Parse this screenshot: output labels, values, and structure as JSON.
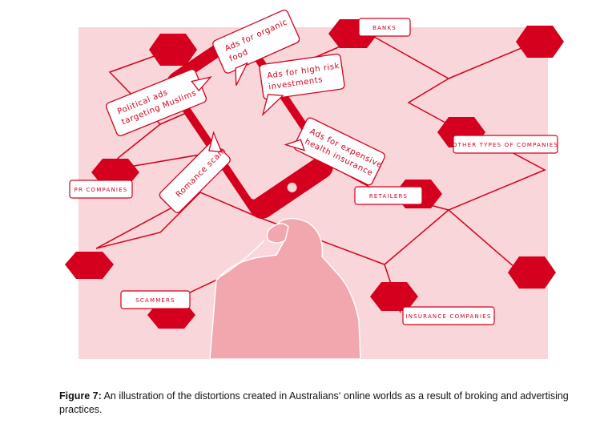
{
  "diagram": {
    "labels": {
      "banks": "BANKS",
      "other": "OTHER TYPES OF COMPANIES",
      "pr": "PR COMPANIES",
      "retailers": "RETAILERS",
      "scammers": "SCAMMERS",
      "insurance": "INSURANCE COMPANIES"
    },
    "bubbles": {
      "organic": [
        "Ads for organic",
        "food"
      ],
      "highrisk": [
        "Ads for high risk",
        "investments"
      ],
      "political": [
        "Political ads",
        "targeting Muslims"
      ],
      "romance": [
        "Romance scam"
      ],
      "health": [
        "Ads for expensive",
        "health insurance"
      ]
    },
    "colors": {
      "accent": "#d4001d",
      "background": "#f8d6d9",
      "figure": "#f2a6ad"
    }
  },
  "caption": {
    "label": "Figure 7:",
    "text": " An illustration of the distortions created in Australians‘ online worlds as a result of broking and advertising practices."
  }
}
